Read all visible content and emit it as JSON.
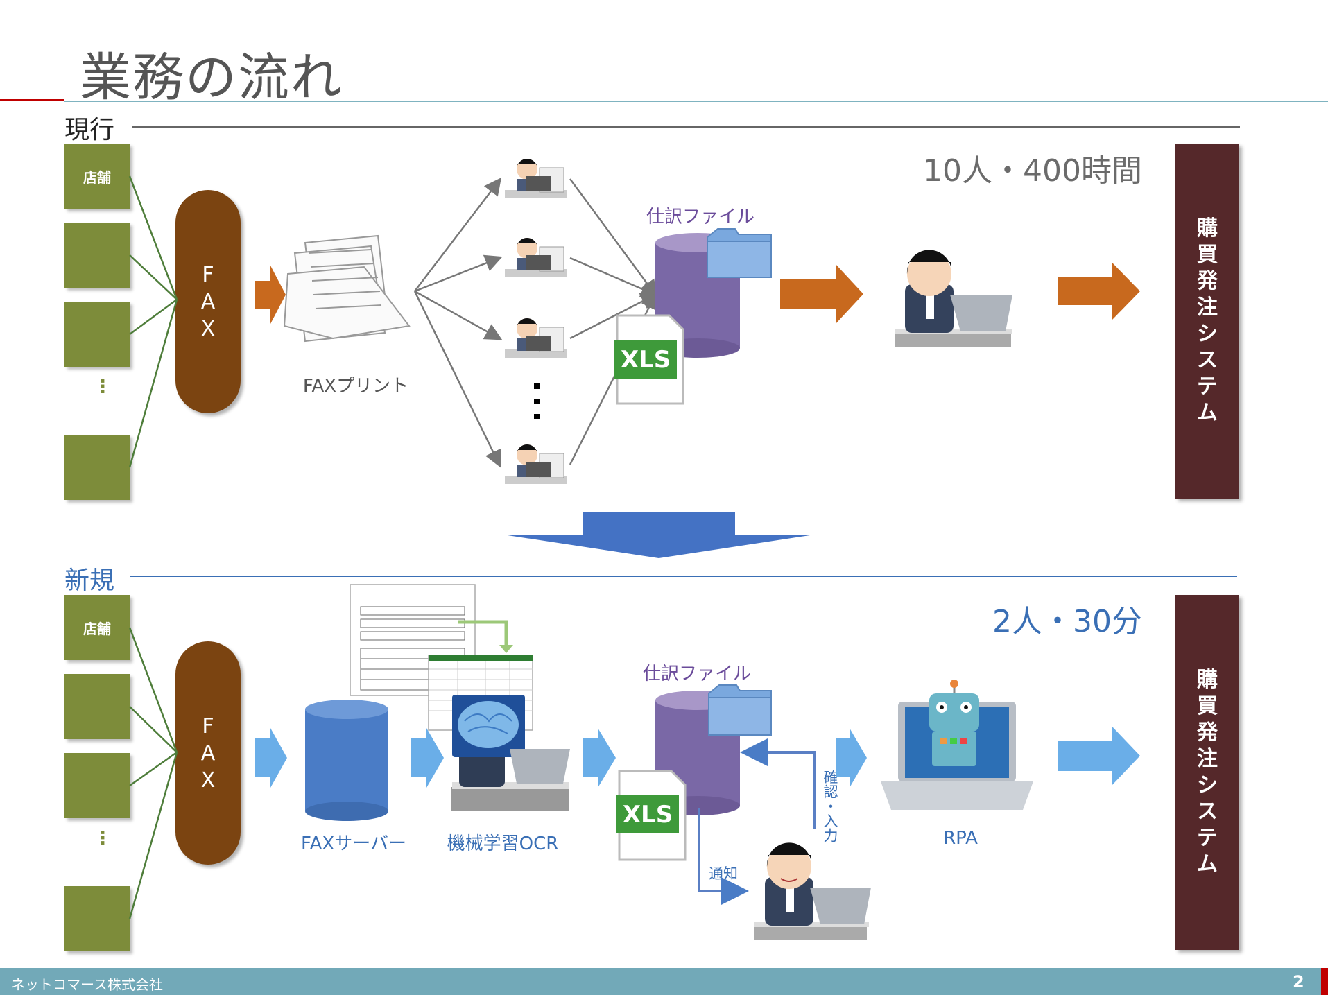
{
  "page": {
    "title": "業務の流れ",
    "footer_company": "ネットコマース株式会社",
    "page_number": "2"
  },
  "current": {
    "section_label": "現行",
    "store_label": "店舗",
    "ellipsis": "⋮",
    "fax_letters": [
      "F",
      "A",
      "X"
    ],
    "fax_print_label": "FAXプリント",
    "journal_file_label": "仕訳ファイル",
    "xls_label": "XLS",
    "metric": "10人・400時間",
    "system_chars": [
      "購",
      "買",
      "発",
      "注",
      "シ",
      "ス",
      "テ",
      "ム"
    ]
  },
  "new": {
    "section_label": "新規",
    "store_label": "店舗",
    "ellipsis": "⋮",
    "fax_letters": [
      "F",
      "A",
      "X"
    ],
    "fax_server_label": "FAXサーバー",
    "ocr_label": "機械学習OCR",
    "journal_file_label": "仕訳ファイル",
    "xls_label": "XLS",
    "notify_label": "通知",
    "confirm_label": "確認・入力",
    "rpa_label": "RPA",
    "metric": "2人・30分",
    "system_chars": [
      "購",
      "買",
      "発",
      "注",
      "シ",
      "ス",
      "テ",
      "ム"
    ]
  },
  "colors": {
    "store_green": "#7d8c3a",
    "fax_brown": "#7b4411",
    "system_maroon": "#55282a",
    "orange_arrow": "#c8691e",
    "blue_arrow": "#6aaee8",
    "db_purple": "#7a68a6",
    "db_blue": "#4a7cc6",
    "transition_arrow": "#4472c4"
  },
  "icons": [
    "worker-icon",
    "fax-paper-pile-icon",
    "folder-icon",
    "xls-file-icon",
    "businessman-laptop-icon",
    "brain-ocr-icon",
    "rpa-robot-laptop-icon",
    "database-icon"
  ]
}
